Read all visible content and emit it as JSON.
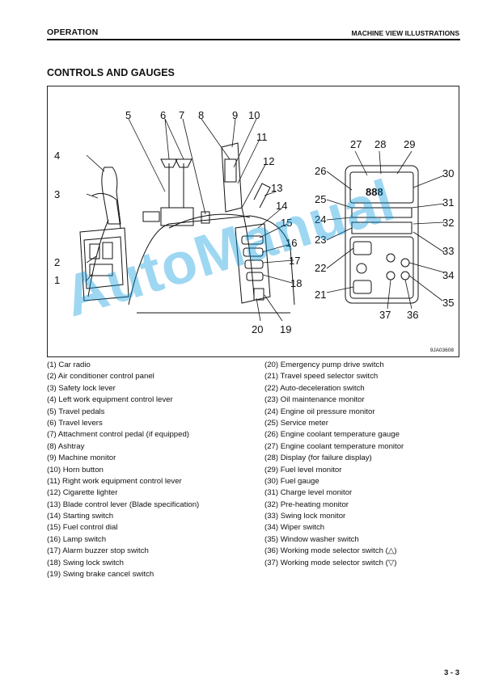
{
  "header": {
    "section": "OPERATION",
    "topic": "MACHINE VIEW ILLUSTRATIONS"
  },
  "title": "CONTROLS AND GAUGES",
  "figure": {
    "code": "9JA03608",
    "callouts": [
      "1",
      "2",
      "3",
      "4",
      "5",
      "6",
      "7",
      "8",
      "9",
      "10",
      "11",
      "12",
      "13",
      "14",
      "15",
      "16",
      "17",
      "18",
      "19",
      "20",
      "21",
      "22",
      "23",
      "24",
      "25",
      "26",
      "27",
      "28",
      "29",
      "30",
      "31",
      "32",
      "33",
      "34",
      "35",
      "36",
      "37"
    ],
    "monitor_display": "888"
  },
  "legend_left": [
    "(1) Car radio",
    "(2) Air conditioner control panel",
    "(3) Safety lock lever",
    "(4) Left work equipment control lever",
    "(5) Travel pedals",
    "(6) Travel levers",
    "(7) Attachment control pedal (if equipped)",
    "(8) Ashtray",
    "(9) Machine monitor",
    "(10) Horn button",
    "(11) Right work equipment control lever",
    "(12) Cigarette lighter",
    "(13) Blade control lever (Blade specification)",
    "(14) Starting switch",
    "(15) Fuel control dial",
    "(16) Lamp switch",
    "(17) Alarm buzzer stop switch",
    "(18) Swing lock switch",
    "(19) Swing brake cancel switch"
  ],
  "legend_right": [
    "(20) Emergency pump drive switch",
    "(21) Travel speed selector switch",
    "(22) Auto-deceleration switch",
    "(23) Oil maintenance monitor",
    "(24) Engine oil pressure monitor",
    "(25) Service meter",
    "(26) Engine coolant temperature gauge",
    "(27) Engine coolant temperature monitor",
    "(28) Display (for failure display)",
    "(29) Fuel level monitor",
    "(30) Fuel gauge",
    "(31) Charge level monitor",
    "(32) Pre-heating monitor",
    "(33) Swing lock monitor",
    "(34) Wiper switch",
    "(35) Window washer switch",
    "(36) Working mode selector switch (△)",
    "(37) Working mode selector switch (▽)"
  ],
  "watermark": "AutoManual",
  "page_number": "3 - 3",
  "colors": {
    "watermark": "#0096dc",
    "ink": "#111111"
  }
}
